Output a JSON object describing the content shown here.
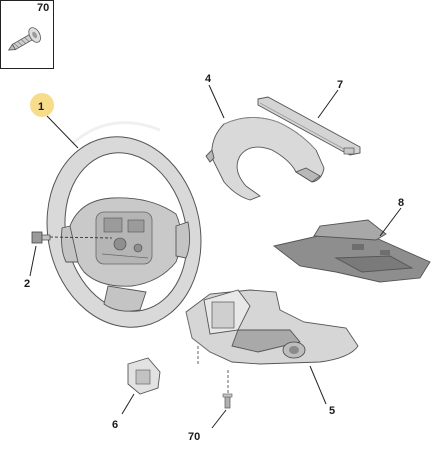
{
  "callouts": {
    "screw_box": "70",
    "wheel": "1",
    "bolt": "2",
    "trim_cover": "4",
    "strip": "7",
    "bracket": "8",
    "lower_shroud": "5",
    "clip": "6",
    "screw": "70"
  },
  "colors": {
    "badge_highlight": "#f7dc8c",
    "part_fill": "#d9d9d9",
    "part_shade": "#b8b8b8",
    "part_dark": "#8e8e8e",
    "line": "#222222"
  }
}
